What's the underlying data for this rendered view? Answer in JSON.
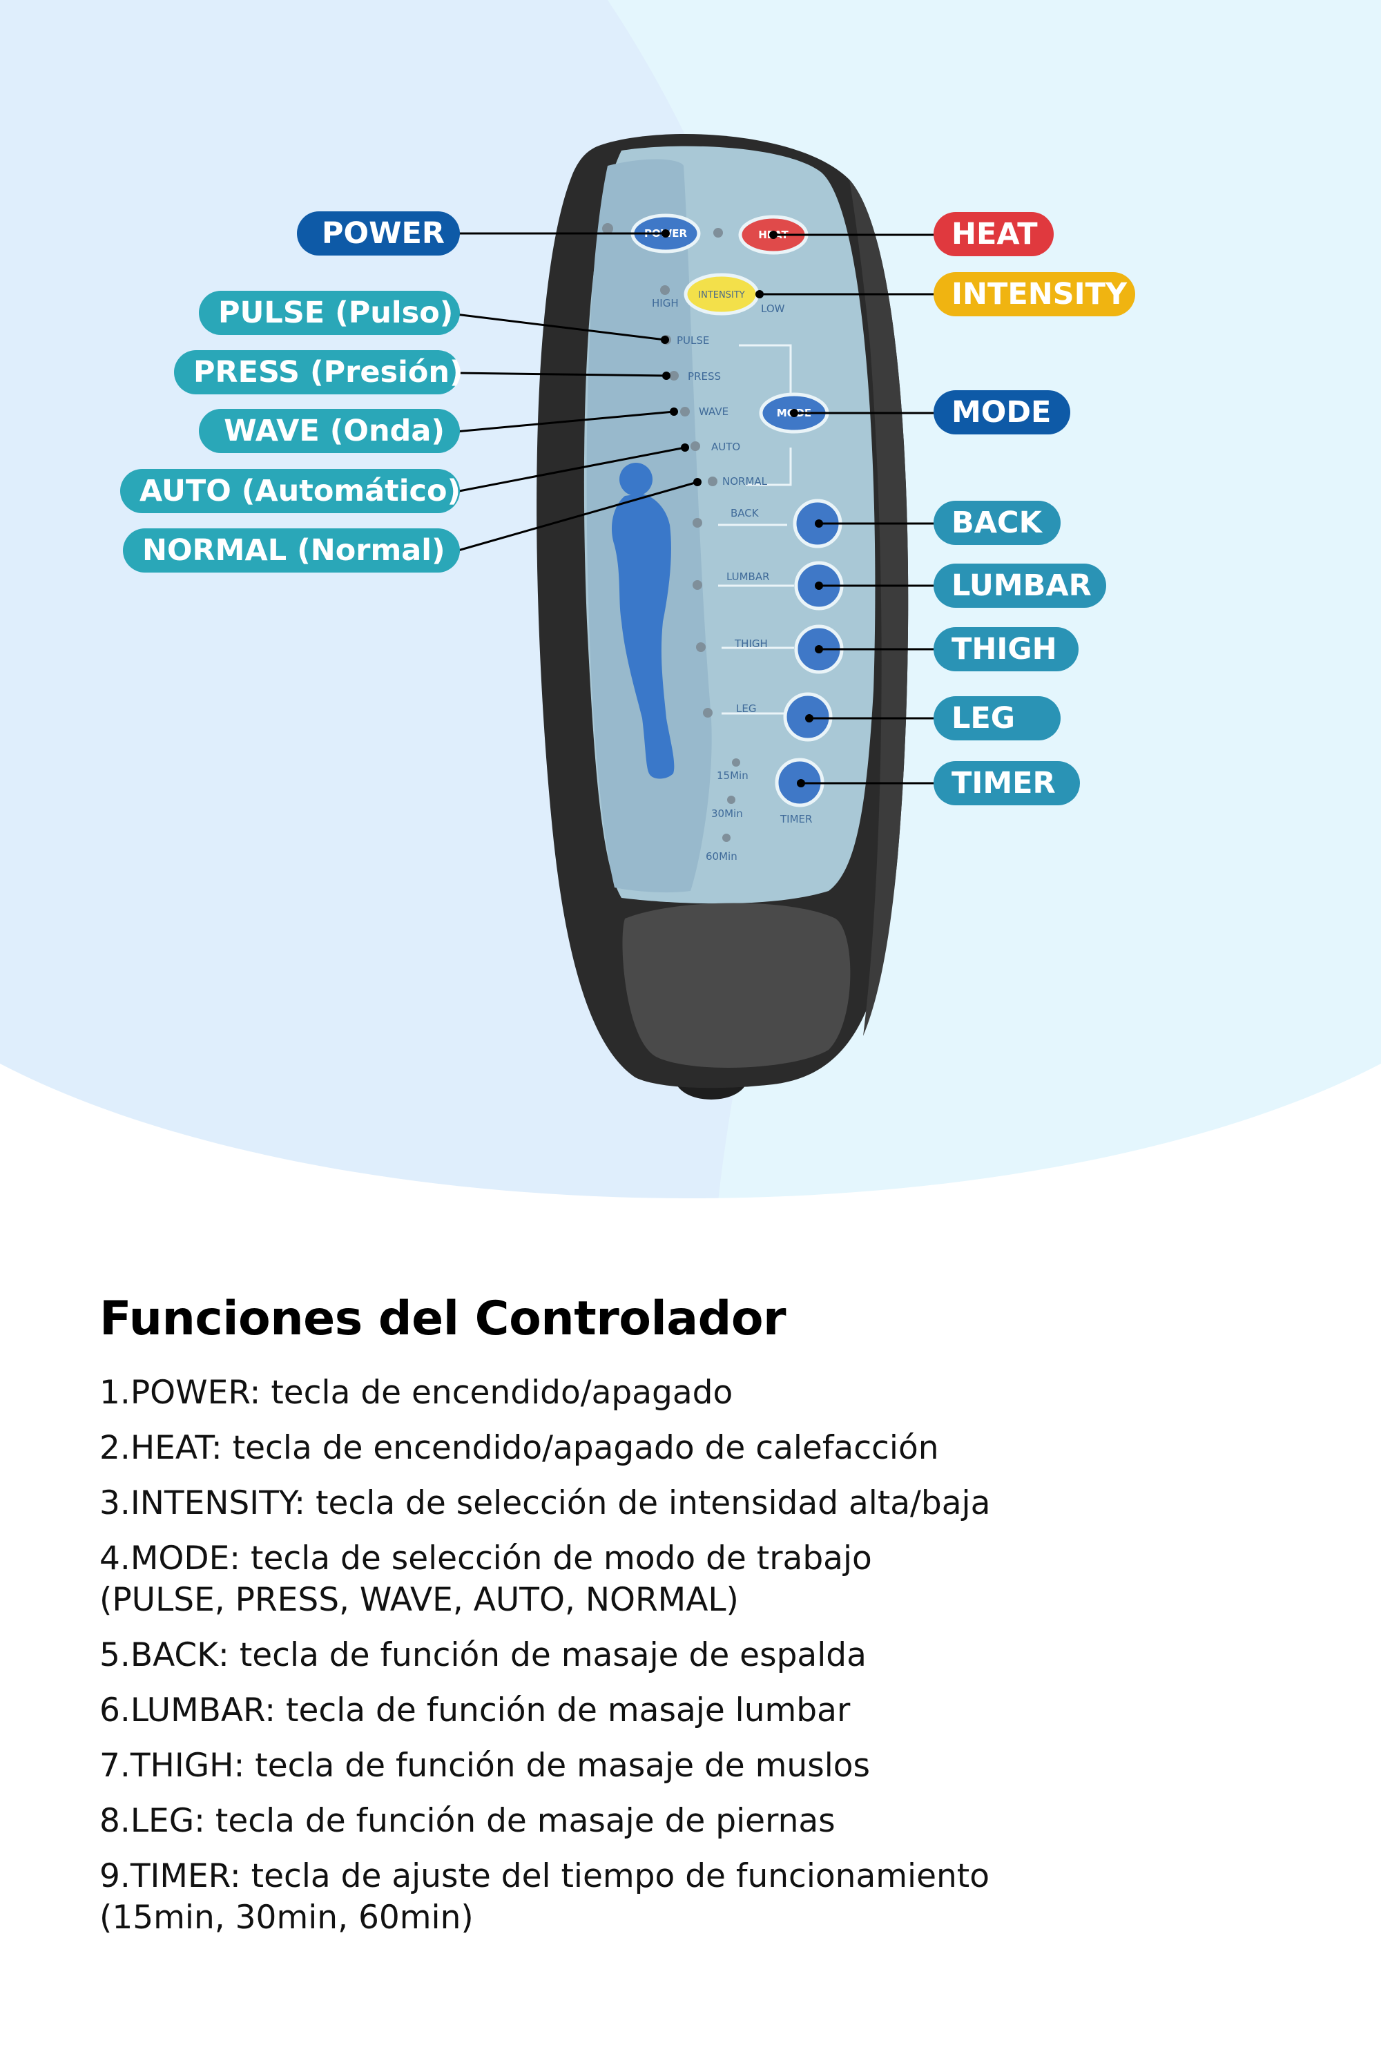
{
  "colors": {
    "bg_top_left": "#dfeefc",
    "bg_top_right": "#e4f6fd",
    "pill_dark_blue": "#0e5aa7",
    "pill_teal": "#2aa7b8",
    "pill_red": "#e0393e",
    "pill_yellow": "#f0b411",
    "remote_body": "#2b2b2b",
    "remote_panel": "#a9c8d6",
    "button_blue": "#3f78c7",
    "body_figure": "#3a78c9"
  },
  "left_labels": [
    {
      "id": "power",
      "text": "POWER",
      "color": "#0e5aa7"
    },
    {
      "id": "pulse",
      "text": "PULSE (Pulso)",
      "color": "#2aa7b8"
    },
    {
      "id": "press",
      "text": "PRESS (Presión)",
      "color": "#2aa7b8"
    },
    {
      "id": "wave",
      "text": "WAVE (Onda)",
      "color": "#2aa7b8"
    },
    {
      "id": "auto",
      "text": "AUTO (Automático)",
      "color": "#2aa7b8"
    },
    {
      "id": "normal",
      "text": "NORMAL (Normal)",
      "color": "#2aa7b8"
    }
  ],
  "right_labels": [
    {
      "id": "heat",
      "text": "HEAT",
      "color": "#e0393e"
    },
    {
      "id": "intensity",
      "text": "INTENSITY",
      "color": "#f0b411"
    },
    {
      "id": "mode",
      "text": "MODE",
      "color": "#0e5aa7"
    },
    {
      "id": "back",
      "text": "BACK",
      "color": "#2a93b5"
    },
    {
      "id": "lumbar",
      "text": "LUMBAR",
      "color": "#2a93b5"
    },
    {
      "id": "thigh",
      "text": "THIGH",
      "color": "#2a93b5"
    },
    {
      "id": "leg",
      "text": "LEG",
      "color": "#2a93b5"
    },
    {
      "id": "timer",
      "text": "TIMER",
      "color": "#2a93b5"
    }
  ],
  "remote": {
    "power_btn": "POWER",
    "heat_btn": "HEAT",
    "intensity_btn": "INTENSITY",
    "mode_btn": "MODE",
    "high": "HIGH",
    "low": "LOW",
    "pulse": "PULSE",
    "press": "PRESS",
    "wave": "WAVE",
    "auto": "AUTO",
    "normal": "NORMAL",
    "back": "BACK",
    "lumbar": "LUMBAR",
    "thigh": "THIGH",
    "leg": "LEG",
    "timer": "TIMER",
    "t15": "15Min",
    "t30": "30Min",
    "t60": "60Min"
  },
  "functions": {
    "title": "Funciones del Controlador",
    "items": [
      {
        "line1": "1.POWER: tecla de encendido/apagado",
        "line2": ""
      },
      {
        "line1": "2.HEAT: tecla de encendido/apagado de calefacción",
        "line2": ""
      },
      {
        "line1": "3.INTENSITY: tecla de selección de intensidad alta/baja",
        "line2": ""
      },
      {
        "line1": "4.MODE: tecla de selección de modo de trabajo",
        "line2": "(PULSE, PRESS, WAVE, AUTO, NORMAL)"
      },
      {
        "line1": "5.BACK: tecla de función de masaje de espalda",
        "line2": ""
      },
      {
        "line1": "6.LUMBAR: tecla de función de masaje lumbar",
        "line2": ""
      },
      {
        "line1": "7.THIGH: tecla de función de masaje de muslos",
        "line2": ""
      },
      {
        "line1": "8.LEG: tecla de función de masaje de piernas",
        "line2": ""
      },
      {
        "line1": "9.TIMER: tecla de ajuste del tiempo de funcionamiento",
        "line2": "(15min, 30min, 60min)"
      }
    ]
  }
}
